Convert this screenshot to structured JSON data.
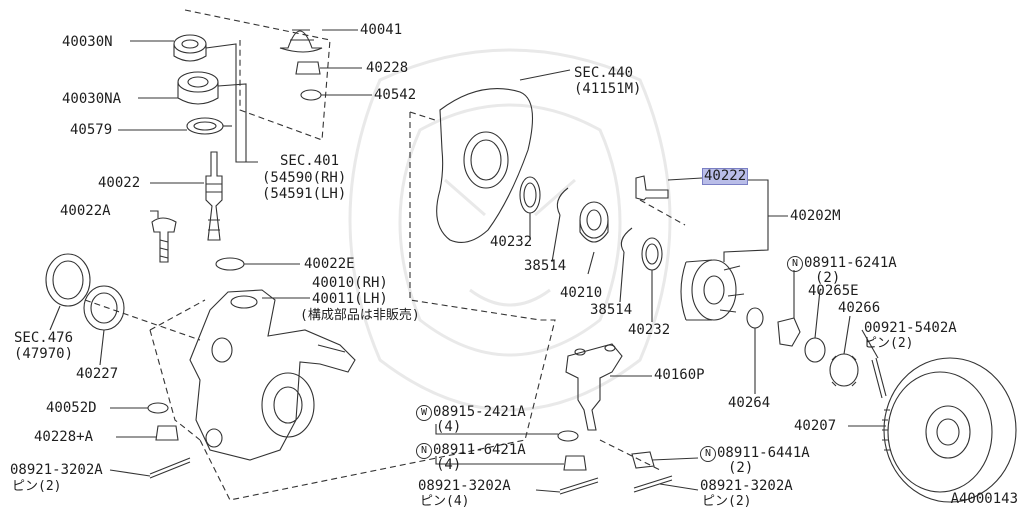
{
  "labels": {
    "p40030n": "40030N",
    "p40030na": "40030NA",
    "p40579": "40579",
    "p40041": "40041",
    "p40228": "40228",
    "p40542": "40542",
    "sec401": "SEC.401",
    "sec401_rh": "(54590(RH)",
    "sec401_lh": "(54591(LH)",
    "p40022": "40022",
    "p40022a": "40022A",
    "p40022e": "40022E",
    "p40010": "40010(RH)",
    "p40011": "40011(LH)",
    "note_jp": "(構成部品は非販売)",
    "sec476": "SEC.476",
    "sec476_sub": "(47970)",
    "p40227": "40227",
    "p40052d": "40052D",
    "p40228a": "40228+A",
    "p08921_3202a_l": "08921-3202A",
    "pin2_l": "ピン(2)",
    "sec440": "SEC.440",
    "sec440_sub": "(41151M)",
    "p40232_a": "40232",
    "p38514_a": "38514",
    "p40210": "40210",
    "p38514_b": "38514",
    "p40232_b": "40232",
    "p40222": "40222",
    "p40202m": "40202M",
    "n_mark": "N",
    "w_mark": "W",
    "p08911_6241a": "08911-6241A",
    "q2_a": "(2)",
    "p40265e": "40265E",
    "p40266": "40266",
    "p00921_5402a": "00921-5402A",
    "pin2_a": "ピン(2)",
    "p40160p": "40160P",
    "p40264": "40264",
    "p40207": "40207",
    "p08915_2421a": "08915-2421A",
    "q4_a": "(4)",
    "p08911_6421a": "08911-6421A",
    "q4_b": "(4)",
    "p08921_3202a_m": "08921-3202A",
    "pin4": "ピン(4)",
    "p08911_6441a": "08911-6441A",
    "q2_b": "(2)",
    "p08921_3202a_r": "08921-3202A",
    "pin2_r": "ピン(2)"
  },
  "diagram_code": "A4000143",
  "colors": {
    "line": "#333333",
    "highlight": "#b9bde8",
    "watermark": "#e6e6e6"
  }
}
